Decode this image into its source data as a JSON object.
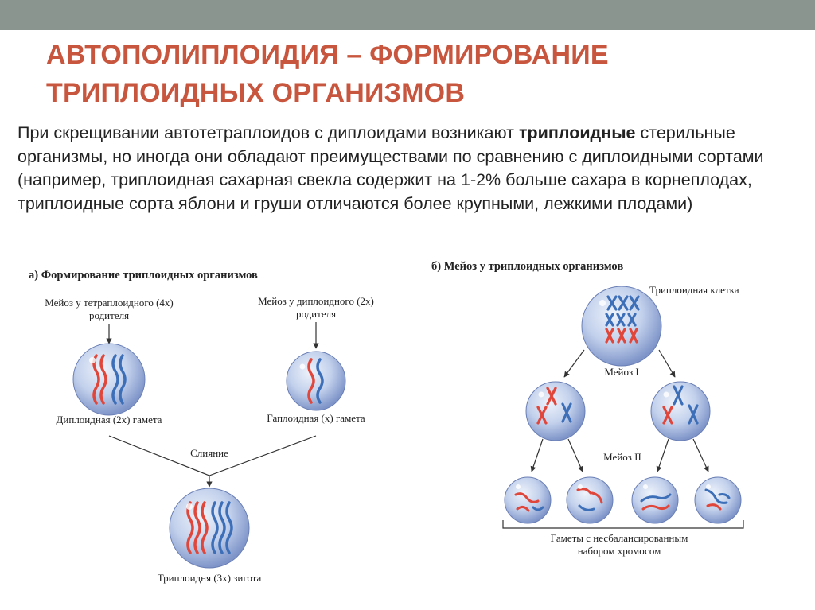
{
  "slide": {
    "title_line1": "АВТОПОЛИПЛОИДИЯ – ФОРМИРОВАНИЕ",
    "title_line2": "ТРИПЛОИДНЫХ ОРГАНИЗМОВ",
    "text_before_bold": "При скрещивании автотетраплоидов с диплоидами возникают ",
    "text_bold": "триплоидные",
    "text_after_bold": " стерильные организмы, но иногда они обладают преимуществами по сравнению с диплоидными сортами (например, триплоидная сахарная свекла содержит на 1-2% больше сахара в корнеплодах, триплоидные сорта яблони и груши отличаются более крупными, лежкими плодами)"
  },
  "panel_a": {
    "heading": "а) Формирование триплоидных организмов",
    "tetraploid_parent_line1": "Мейоз у тетраплоидного (4x)",
    "tetraploid_parent_line2": "родителя",
    "diploid_parent_line1": "Мейоз у диплоидного (2x)",
    "diploid_parent_line2": "родителя",
    "diploid_gamete": "Диплоидная (2x) гамета",
    "haploid_gamete": "Гаплоидная (x) гамета",
    "fusion": "Слияние",
    "zygote": "Триплоидня (3x) зигота"
  },
  "panel_b": {
    "heading": "б) Мейоз у триплоидных организмов",
    "triploid_cell": "Триплоидная клетка",
    "meiosis1": "Мейоз I",
    "meiosis2": "Мейоз II",
    "gametes_line1": "Гаметы с несбалансированным",
    "gametes_line2": "набором хромосом"
  },
  "colors": {
    "title": "#c8553d",
    "topbar": "#8a958f",
    "chromosome_red": "#e0463a",
    "chromosome_blue": "#3d6fb8",
    "cell_fill": "#b8c8e8"
  }
}
